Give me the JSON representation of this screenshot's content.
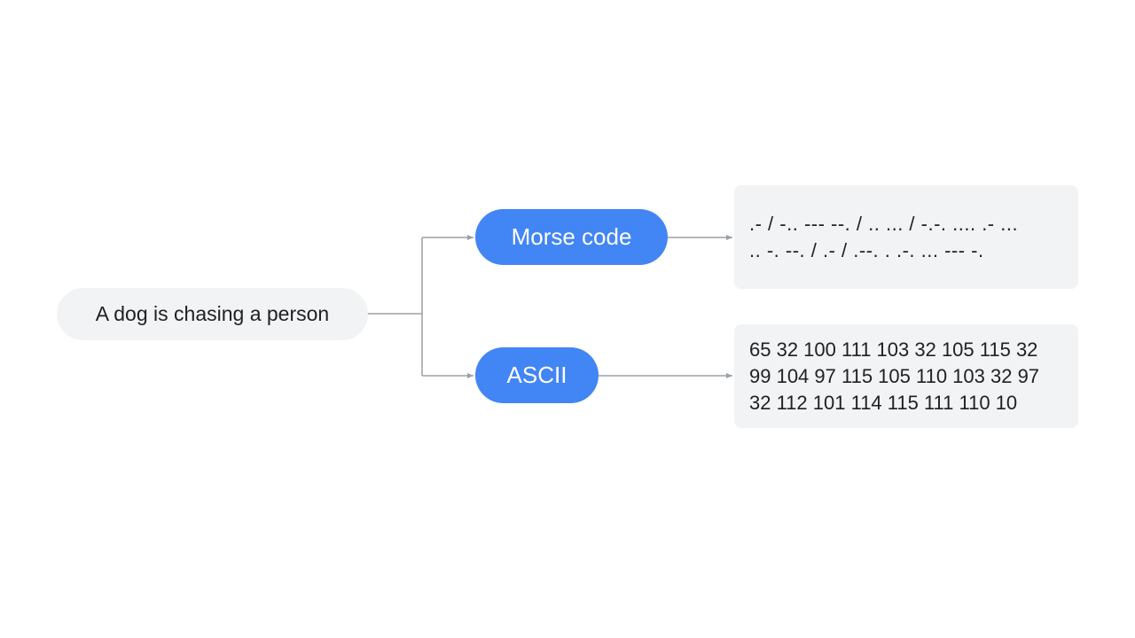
{
  "input": {
    "text": "A dog is chasing a person"
  },
  "encodings": [
    {
      "label": "Morse code",
      "output": ".- / -.. --- --. / .. ... / -.-. .... .- ...\n.. -. --. / .- / .--. . .-. ... --- -."
    },
    {
      "label": "ASCII",
      "output": "65 32 100 111 103 32 105 115 32\n99 104 97 115 105 110 103 32 97\n32 112 101 114 115 111 110 10"
    }
  ],
  "colors": {
    "pill": "#4285f4",
    "box": "#f1f3f4",
    "connector": "#9aa0a6"
  }
}
